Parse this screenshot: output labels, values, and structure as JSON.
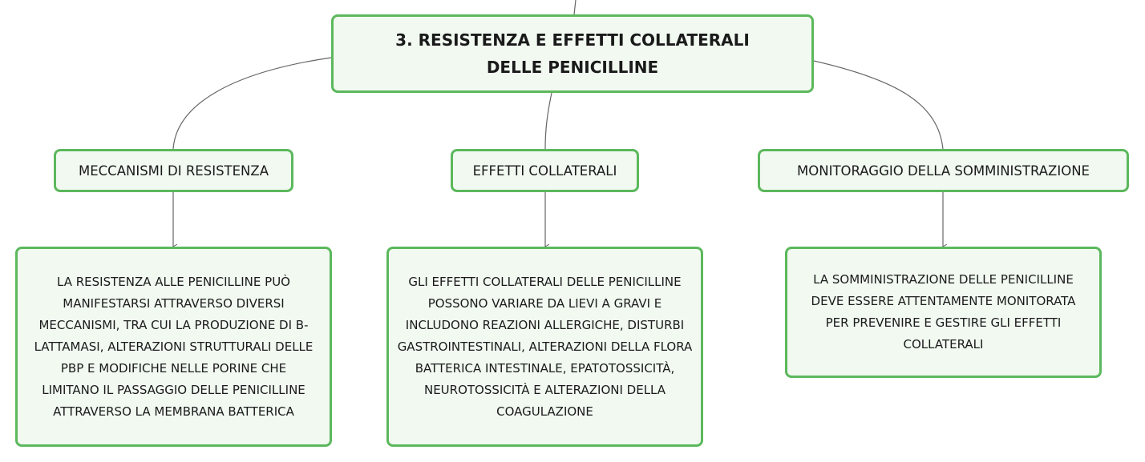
{
  "root": {
    "title": "3. RESISTENZA E EFFETTI COLLATERALI DELLE PENICILLINE"
  },
  "branches": [
    {
      "title": "MECCANISMI DI RESISTENZA",
      "detail": "LA RESISTENZA ALLE PENICILLINE PUÒ MANIFESTARSI ATTRAVERSO DIVERSI MECCANISMI, TRA CUI LA PRODUZIONE DI Β-LATTAMASI, ALTERAZIONI STRUTTURALI DELLE PBP E MODIFICHE NELLE PORINE CHE LIMITANO IL PASSAGGIO DELLE PENICILLINE ATTRAVERSO LA MEMBRANA BATTERICA"
    },
    {
      "title": "EFFETTI COLLATERALI",
      "detail": "GLI EFFETTI COLLATERALI DELLE PENICILLINE POSSONO VARIARE DA LIEVI A GRAVI E INCLUDONO REAZIONI ALLERGICHE, DISTURBI GASTROINTESTINALI, ALTERAZIONI DELLA FLORA BATTERICA INTESTINALE, EPATOTOSSICITÀ, NEUROTOSSICITÀ E ALTERAZIONI DELLA COAGULAZIONE"
    },
    {
      "title": "MONITORAGGIO DELLA SOMMINISTRAZIONE",
      "detail": "LA SOMMINISTRAZIONE DELLE PENICILLINE DEVE ESSERE ATTENTAMENTE MONITORATA PER PREVENIRE E GESTIRE GLI EFFETTI COLLATERALI"
    }
  ],
  "colors": {
    "node_border": "#5cb85c",
    "node_fill": "#f1f9f1",
    "connector": "#666666",
    "text": "#1a1a1a"
  }
}
